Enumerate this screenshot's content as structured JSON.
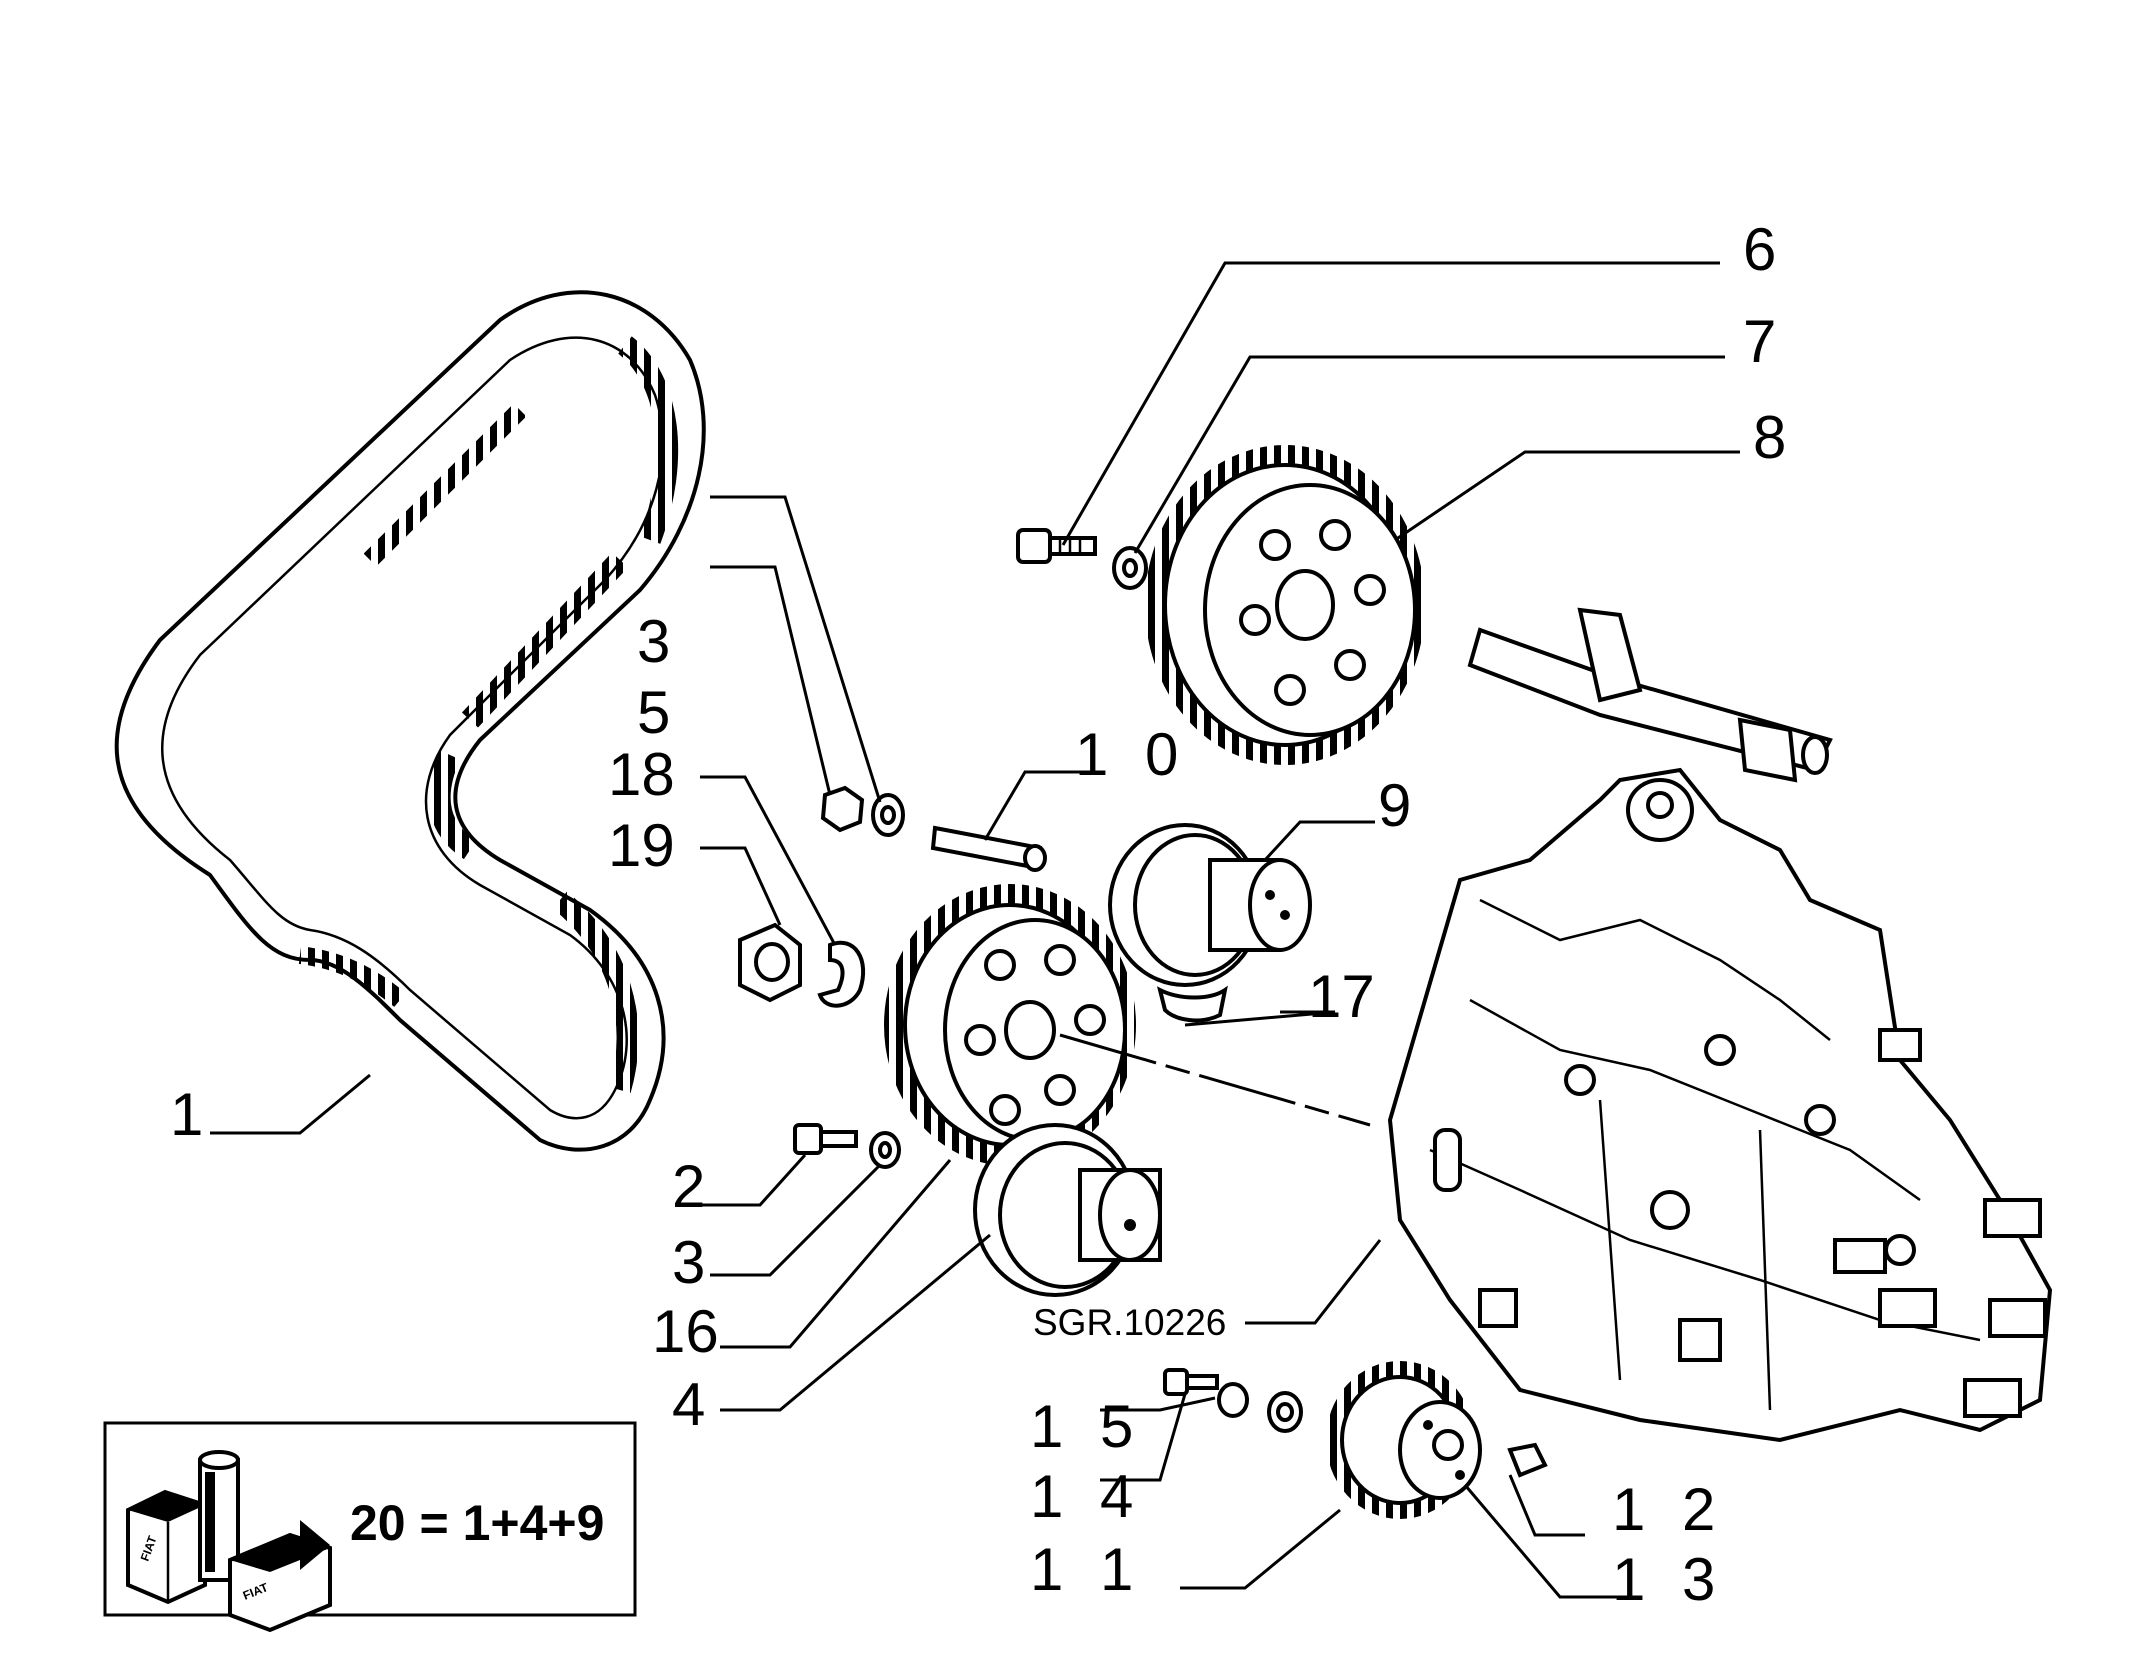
{
  "callouts": [
    {
      "id": "1",
      "text": "1"
    },
    {
      "id": "2",
      "text": "2"
    },
    {
      "id": "3a",
      "text": "3"
    },
    {
      "id": "3b",
      "text": "3"
    },
    {
      "id": "4",
      "text": "4"
    },
    {
      "id": "5",
      "text": "5"
    },
    {
      "id": "6",
      "text": "6"
    },
    {
      "id": "7",
      "text": "7"
    },
    {
      "id": "8",
      "text": "8"
    },
    {
      "id": "9",
      "text": "9"
    },
    {
      "id": "10",
      "text": "1 0"
    },
    {
      "id": "11",
      "text": "1 1"
    },
    {
      "id": "12",
      "text": "1 2"
    },
    {
      "id": "13",
      "text": "1 3"
    },
    {
      "id": "14",
      "text": "1 4"
    },
    {
      "id": "15",
      "text": "1 5"
    },
    {
      "id": "16",
      "text": "16"
    },
    {
      "id": "17",
      "text": "17"
    },
    {
      "id": "18",
      "text": "18"
    },
    {
      "id": "19",
      "text": "19"
    }
  ],
  "reference": "SGR.10226",
  "kit_box": {
    "formula": "20 = 1+4+9",
    "logo_text": "FIAT"
  }
}
